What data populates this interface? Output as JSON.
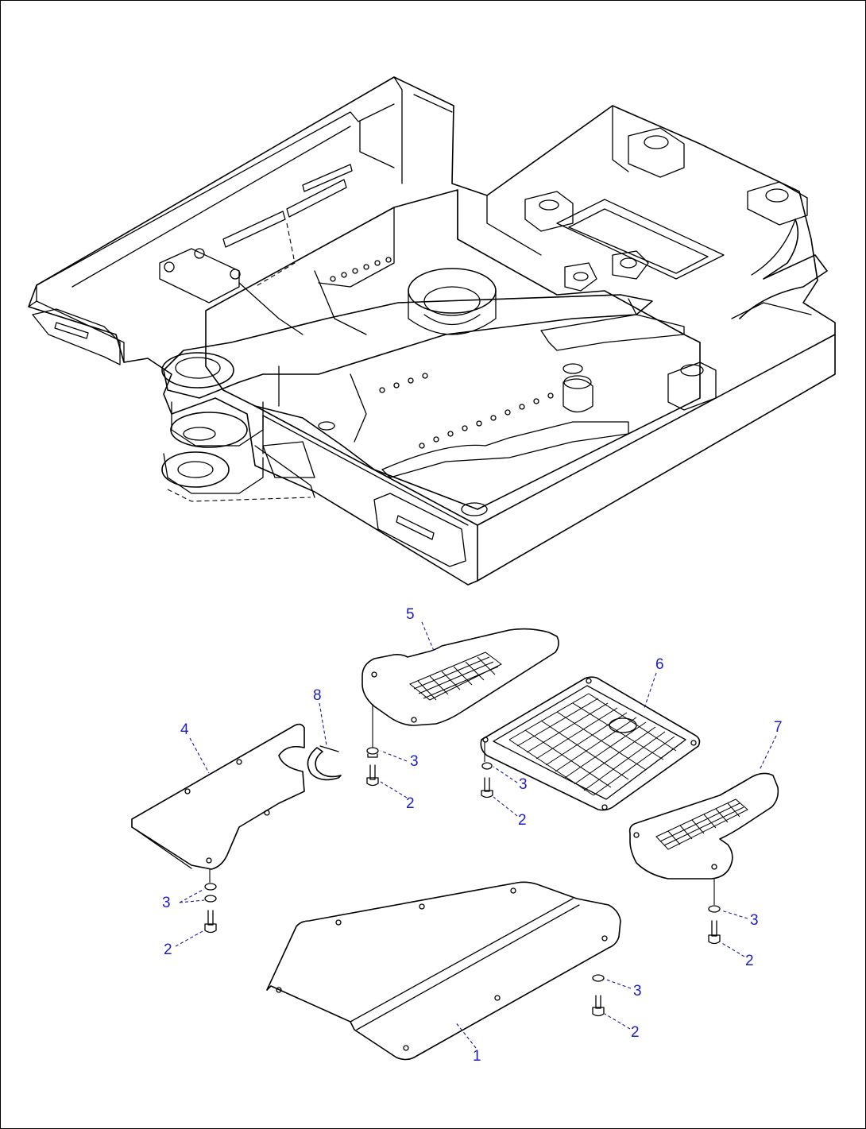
{
  "callouts": {
    "p1": "1",
    "p2": "2",
    "p3": "3",
    "p4": "4",
    "p5": "5",
    "p6": "6",
    "p7": "7",
    "p8": "8"
  },
  "colors": {
    "callout": "#1c1ccf",
    "line": "#000000",
    "background": "#ffffff"
  }
}
